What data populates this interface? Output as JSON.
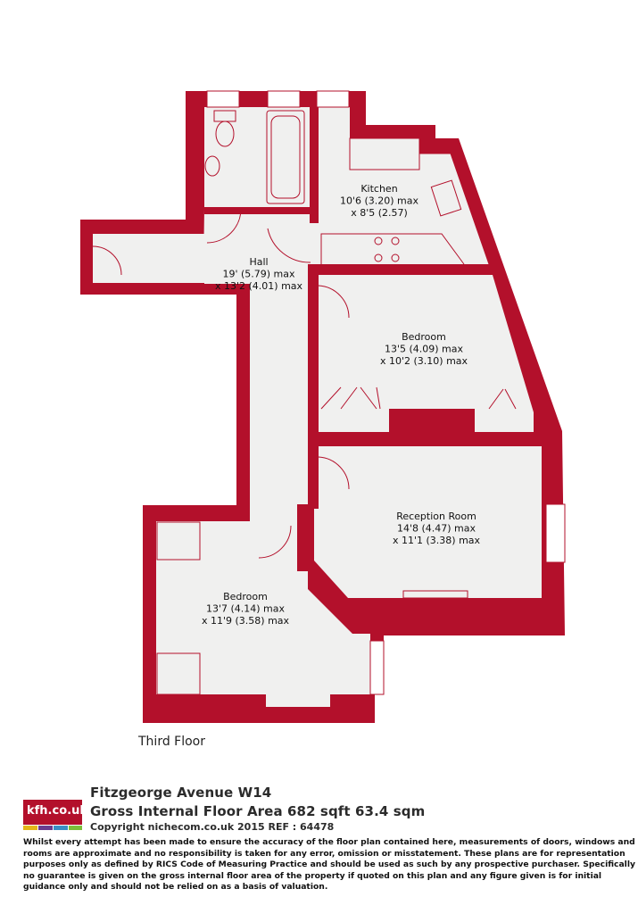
{
  "colors": {
    "wall": "#b3102b",
    "floor": "#f0f0ef",
    "fixture_stroke": "#b3102b",
    "logo_strip": [
      "#e4b61a",
      "#6a3d8f",
      "#3a8fc4",
      "#7bbf3a"
    ]
  },
  "rooms": [
    {
      "id": "kitchen",
      "name": "Kitchen",
      "dim1": "10'6 (3.20) max",
      "dim2": "x 8'5 (2.57)"
    },
    {
      "id": "hall",
      "name": "Hall",
      "dim1": "19' (5.79) max",
      "dim2": "x 13'2 (4.01) max"
    },
    {
      "id": "bedroom-1",
      "name": "Bedroom",
      "dim1": "13'5 (4.09) max",
      "dim2": "x 10'2 (3.10) max"
    },
    {
      "id": "reception",
      "name": "Reception Room",
      "dim1": "14'8 (4.47) max",
      "dim2": "x 11'1 (3.38) max"
    },
    {
      "id": "bedroom-2",
      "name": "Bedroom",
      "dim1": "13'7 (4.14) max",
      "dim2": "x 11'9 (3.58) max"
    }
  ],
  "floor_label": "Third Floor",
  "footer": {
    "logo_text": "kfh.co.uk",
    "address": "Fitzgeorge Avenue W14",
    "area": "Gross Internal Floor Area 682 sqft 63.4 sqm",
    "copyright": "Copyright nichecom.co.uk 2015 REF : 64478",
    "disclaimer": "Whilst every attempt has been made to ensure the accuracy of the floor plan contained here, measurements of doors, windows and rooms are approximate and no responsibility is taken for any error, omission or misstatement.  These plans are for representation purposes only as defined by RICS Code of Measuring Practice and should be used as such by any prospective purchaser.  Specifically no guarantee is given on the gross internal floor area of the property if quoted on this plan and any figure given is for initial guidance only and should not be relied on as a basis of valuation."
  }
}
